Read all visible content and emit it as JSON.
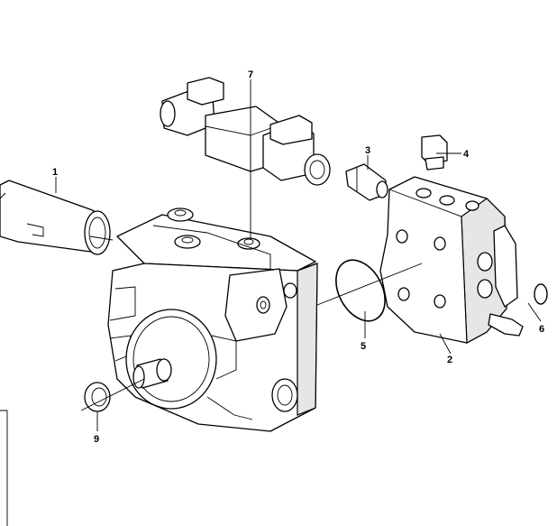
{
  "callouts": {
    "c1": "1",
    "c2": "2",
    "c3": "3",
    "c4": "4",
    "c5": "5",
    "c6": "6",
    "c7": "7",
    "c9": "9"
  },
  "colors": {
    "line": "#000000",
    "background": "#ffffff",
    "shade": "#e6e6e6"
  }
}
